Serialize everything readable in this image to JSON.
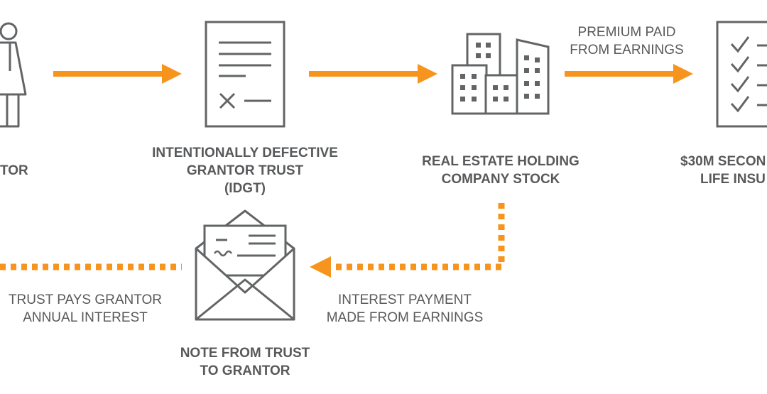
{
  "colors": {
    "accent": "#f7941d",
    "ink": "#636466",
    "text": "#58595b"
  },
  "icons": {
    "grantor": "person-icon",
    "trust": "document-icon",
    "stock": "buildings-icon",
    "insurance": "checklist-icon",
    "note": "envelope-icon"
  },
  "nodes": {
    "grantor": {
      "line1": "TOR"
    },
    "trust": {
      "line1": "INTENTIONALLY DEFECTIVE",
      "line2": "GRANTOR TRUST",
      "line3": "(IDGT)"
    },
    "stock": {
      "line1": "REAL ESTATE HOLDING",
      "line2": "COMPANY STOCK"
    },
    "insurance": {
      "line1": "$30M SECON",
      "line2": "LIFE INSU"
    },
    "note": {
      "line1": "NOTE FROM TRUST",
      "line2": "TO GRANTOR"
    }
  },
  "edges": {
    "premium": {
      "line1": "PREMIUM PAID",
      "line2": "FROM EARNINGS"
    },
    "interest_payment": {
      "line1": "INTEREST PAYMENT",
      "line2": "MADE FROM EARNINGS"
    },
    "trust_pays": {
      "line1": "TRUST PAYS GRANTOR",
      "line2": "ANNUAL INTEREST"
    }
  }
}
